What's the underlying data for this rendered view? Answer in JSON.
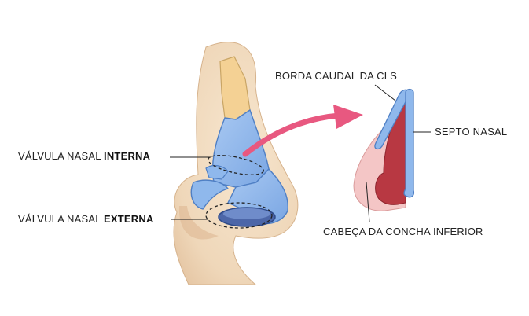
{
  "labels": {
    "internal_valve": {
      "prefix": "VÁLVULA NASAL ",
      "emphasis": "INTERNA"
    },
    "external_valve": {
      "prefix": "VÁLVULA NASAL ",
      "emphasis": "EXTERNA"
    },
    "caudal_border": "BORDA CAUDAL DA CLS",
    "nasal_septum": "SEPTO NASAL",
    "turbinate_head": "CABEÇA DA CONCHA INFERIOR"
  },
  "colors": {
    "skin": "#efd7b9",
    "skin_shadow": "#d9b894",
    "bone": "#f4d194",
    "cartilage": "#8fb8ec",
    "cartilage_dark": "#4f7fc4",
    "nostril": "#4c66a8",
    "arrow": "#e85880",
    "mucosa_light": "#f4c6c6",
    "mucosa_dark": "#b83842",
    "leader": "#222222"
  }
}
